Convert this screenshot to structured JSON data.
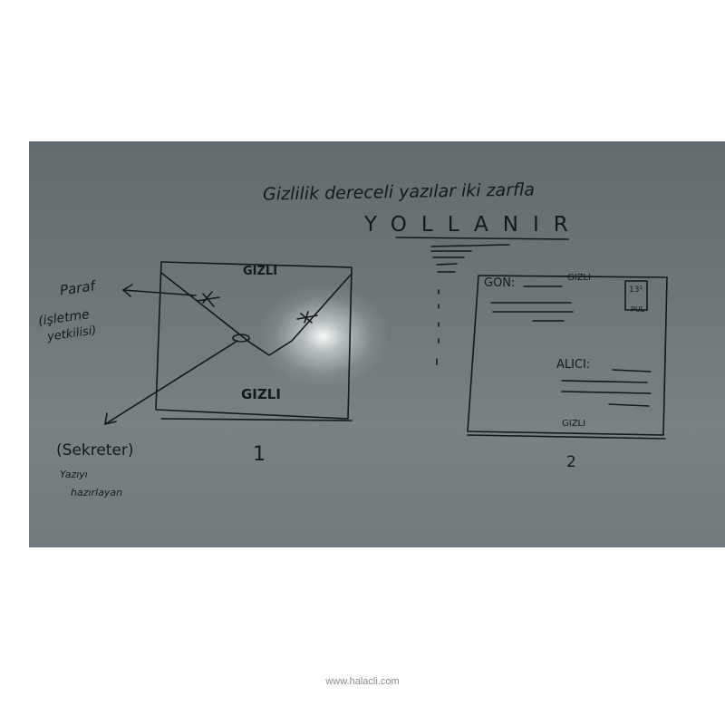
{
  "photo": {
    "title": "Gizlilik dereceli yazılar iki zarfla",
    "subtitle": "YOLLANIR",
    "envelope_1": {
      "top_label": "GIZLI",
      "bottom_label": "GIZLI",
      "number": "1"
    },
    "envelope_2": {
      "sender_label": "GÖN:",
      "top_label": "GIZLI",
      "stamp_line_1": "13¹",
      "stamp_line_2": "PUL",
      "recipient_label": "ALICI:",
      "bottom_label": "GIZLI",
      "number": "2"
    },
    "annotation_paraf": {
      "line_1": "Paraf",
      "line_2": "(işletme",
      "line_3": "yetkilisi)"
    },
    "annotation_sekreter": {
      "line_1": "(Sekreter)",
      "line_2": "Yazıyı",
      "line_3": "hazırlayan"
    }
  },
  "footer": {
    "watermark": "www.halacli.com"
  }
}
